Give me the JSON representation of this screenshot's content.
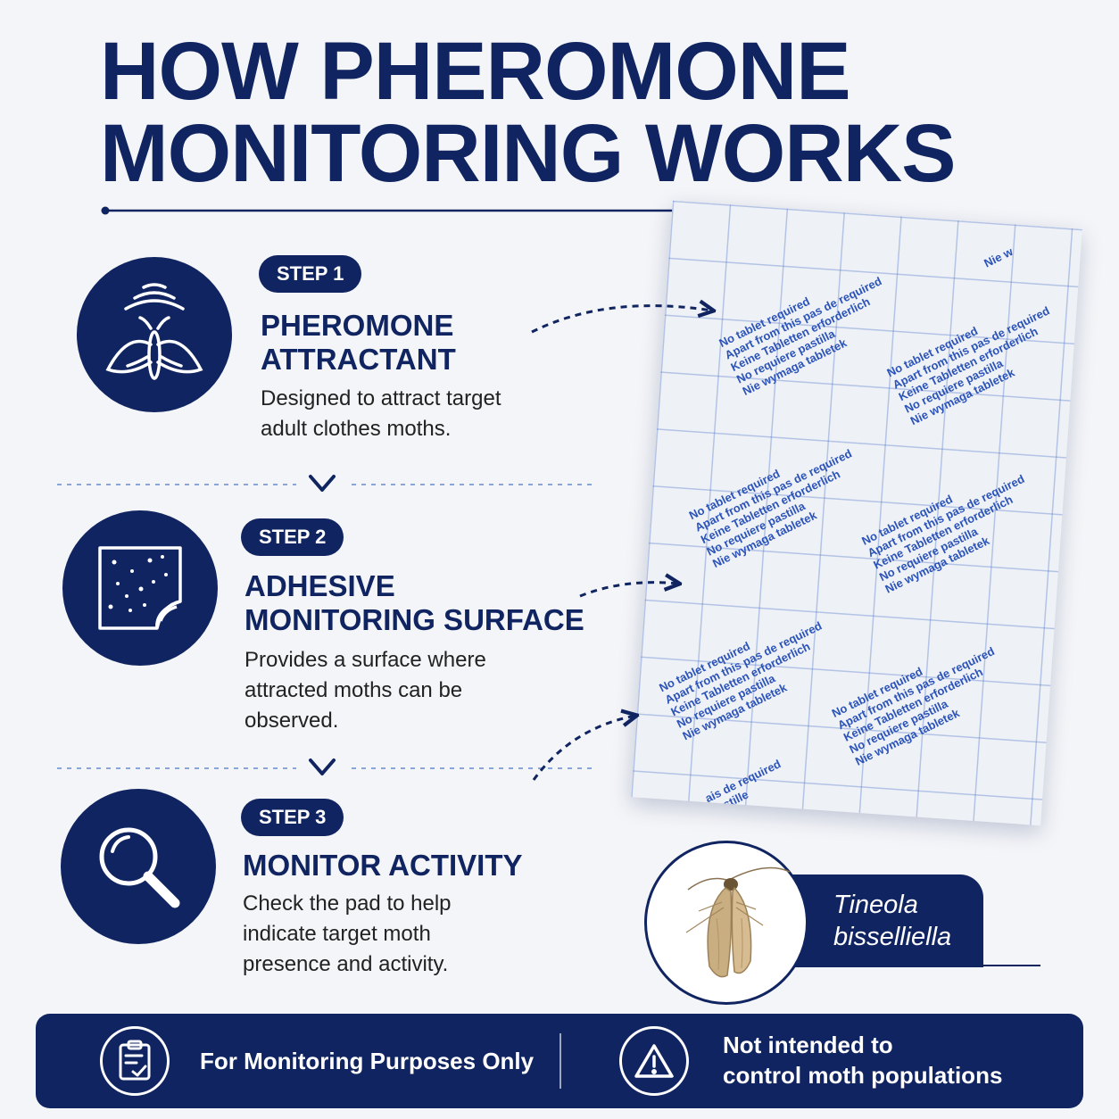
{
  "title": {
    "line1": "HOW PHEROMONE",
    "line2": "MONITORING WORKS"
  },
  "steps": [
    {
      "badge": "STEP 1",
      "heading_lines": [
        "PHEROMONE",
        "ATTRACTANT"
      ],
      "text": "Designed to attract target adult clothes moths.",
      "icon": "moth-with-scent-waves-icon"
    },
    {
      "badge": "STEP 2",
      "heading_lines": [
        "ADHESIVE",
        "MONITORING SURFACE"
      ],
      "text": "Provides a surface where attracted moths can be observed.",
      "icon": "adhesive-sheet-icon"
    },
    {
      "badge": "STEP 3",
      "heading_lines": [
        "MONITOR ACTIVITY"
      ],
      "text": "Check the pad to help indicate target moth presence and activity.",
      "icon": "magnifier-icon"
    }
  ],
  "pad": {
    "print_lines": [
      "No tablet required",
      "Apart from this pas de required",
      "Keine Tabletten erforderlich",
      "No requiere pastilla",
      "Nie wymaga tabletek"
    ],
    "partial_prints": [
      "Nie w",
      "ais de required",
      "pastille"
    ]
  },
  "species": {
    "name_line1": "Tineola",
    "name_line2": "bisselliella"
  },
  "footer": {
    "left_text": "For Monitoring Purposes Only",
    "left_icon": "clipboard-check-icon",
    "right_line1": "Not intended to",
    "right_line2": "control moth populations",
    "right_icon": "warning-triangle-icon"
  },
  "colors": {
    "navy": "#0f2460",
    "pad_print": "#2b53b8",
    "background": "#f4f5f8"
  }
}
